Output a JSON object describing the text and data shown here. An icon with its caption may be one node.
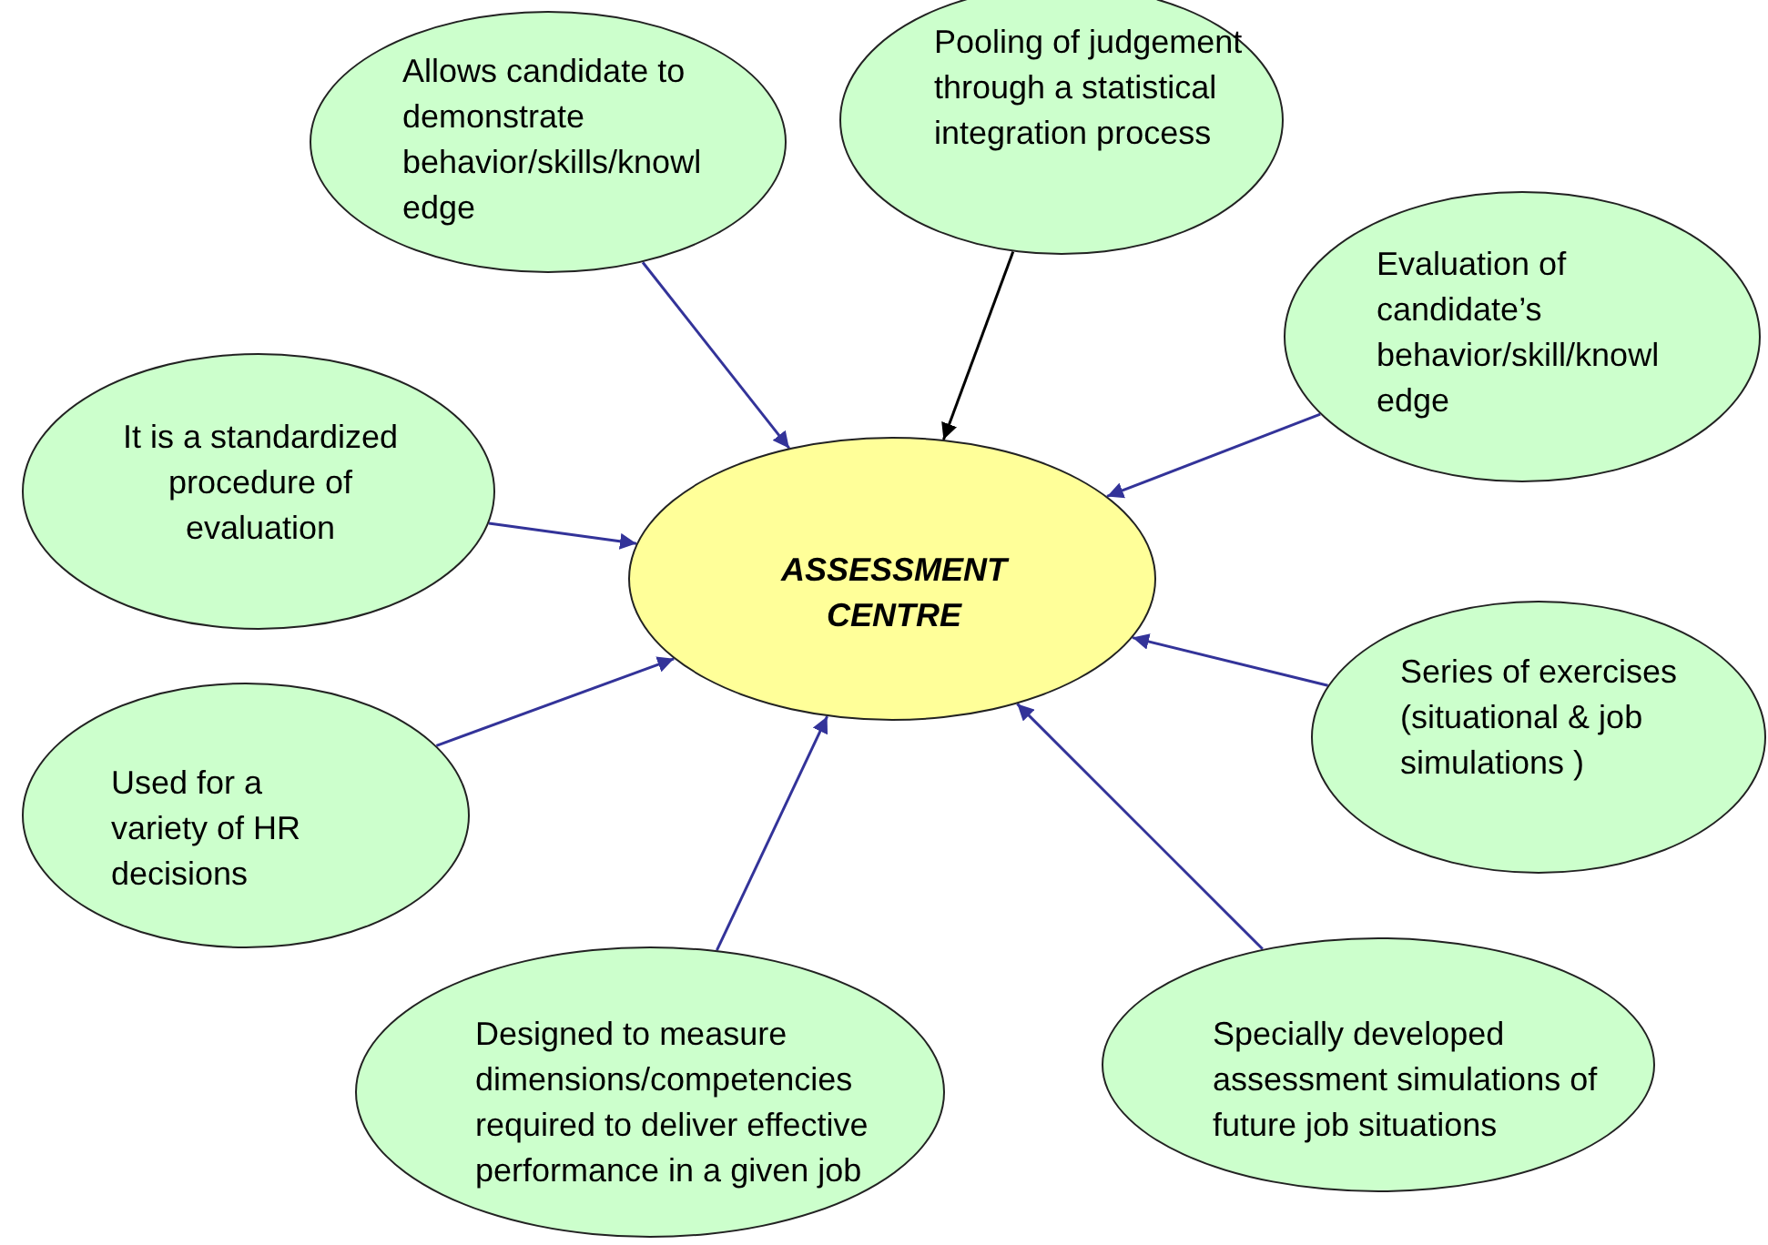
{
  "diagram": {
    "nodes": [
      {
        "text": [
          "ASSESSMENT CENTRE"
        ]
      },
      {
        "text": [
          "Allows candidate to demonstrate behavior/skills/knowledge"
        ]
      },
      {
        "text": [
          "Pooling of judgement through a statistical integration process"
        ]
      },
      {
        "text": [
          "Evaluation of candidate’s behavior/skill/knowledge"
        ]
      },
      {
        "text": [
          "It is a standardized procedure of evaluation"
        ]
      },
      {
        "text": [
          "Series of exercises (situational & job simulations )"
        ]
      },
      {
        "text": [
          "Used for a variety of HR decisions"
        ]
      },
      {
        "text": [
          "Designed to measure dimensions/competencies required to deliver effective performance in a given job"
        ]
      },
      {
        "text": [
          "Specially developed assessment simulations of future job situations"
        ]
      }
    ],
    "edges": [
      {
        "from": 1,
        "to": 0,
        "arrow": "to"
      },
      {
        "from": 2,
        "to": 0,
        "arrow": "to",
        "color": "#000000"
      },
      {
        "from": 3,
        "to": 0,
        "arrow": "to"
      },
      {
        "from": 4,
        "to": 0,
        "arrow": "to"
      },
      {
        "from": 5,
        "to": 0,
        "arrow": "to"
      },
      {
        "from": 6,
        "to": 0,
        "arrow": "to"
      },
      {
        "from": 7,
        "to": 0,
        "arrow": "to"
      },
      {
        "from": 8,
        "to": 0,
        "arrow": "to"
      }
    ]
  }
}
